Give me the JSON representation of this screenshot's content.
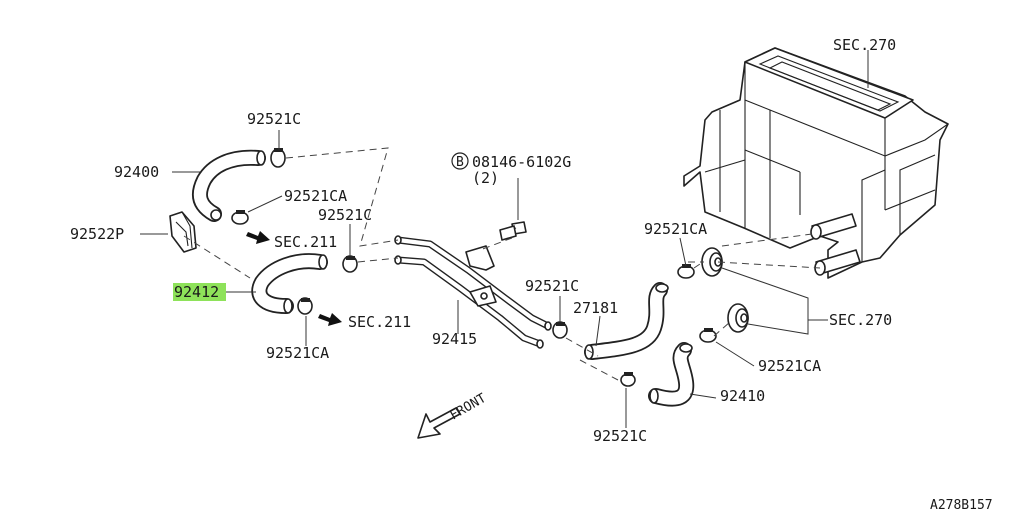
{
  "diagram": {
    "labels": {
      "sec270_top": "SEC.270",
      "sec270_right": "SEC.270",
      "bolt_circle": "B",
      "bolt_part": "08146-6102G",
      "bolt_qty": "(2)",
      "clamp_c_top": "92521C",
      "hose_92400": "92400",
      "clamp_ca_upper": "92521CA",
      "clamp_c_mid": "92521C",
      "grommet": "92522P",
      "sec211_upper": "SEC.211",
      "hose_92412": "92412",
      "sec211_lower": "SEC.211",
      "clamp_ca_lower": "92521CA",
      "pipe_92415": "92415",
      "clamp_c_center": "92521C",
      "hose_27181": "27181",
      "clamp_ca_right_top": "92521CA",
      "clamp_ca_right_bottom": "92521CA",
      "hose_92410": "92410",
      "clamp_c_bottom": "92521C",
      "front": "FRONT",
      "figure_code": "A278B157"
    },
    "highlight_color": "#8ee25a"
  }
}
